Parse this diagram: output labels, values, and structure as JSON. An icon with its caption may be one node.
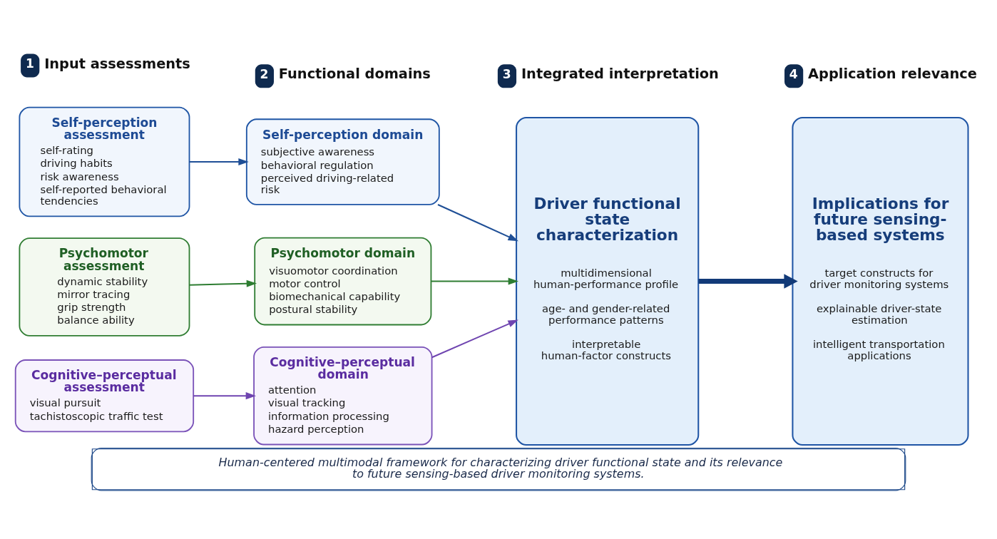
{
  "diagram": {
    "caption": "Human-centered multimodal framework for characterizing driver functional state and its relevance to future sensing-based driver monitoring systems.",
    "nodes": [
      {
        "text": [
          "1"
        ],
        "beside": [
          "Input assessments"
        ]
      },
      {
        "text": [
          "2"
        ],
        "beside": [
          "Functional domains"
        ]
      },
      {
        "text": [
          "3"
        ],
        "beside": [
          "Integrated interpretation"
        ]
      },
      {
        "text": [
          "4"
        ],
        "beside": [
          "Application relevance"
        ]
      },
      {
        "text": [
          "Self-perception assessment",
          "self-rating",
          "driving habits",
          "risk awareness",
          "self-reported behavioral tendencies"
        ]
      },
      {
        "text": [
          "Self-perception domain",
          "subjective awareness",
          "behavioral regulation",
          "perceived driving-related risk"
        ]
      },
      {
        "text": [
          "Psychomotor assessment",
          "dynamic stability",
          "mirror tracing",
          "grip strength",
          "balance ability"
        ]
      },
      {
        "text": [
          "Psychomotor domain",
          "visuomotor coordination",
          "motor control",
          "biomechanical capability",
          "postural stability"
        ]
      },
      {
        "text": [
          "Cognitive–perceptual assessment",
          "visual pursuit",
          "tachistoscopic traffic test"
        ]
      },
      {
        "text": [
          "Cognitive–perceptual domain",
          "attention",
          "visual tracking",
          "information processing",
          "hazard perception"
        ]
      },
      {
        "text": [
          "Driver functional state characterization",
          "multidimensional human-performance profile",
          "age- and gender-related performance patterns",
          "interpretable human-factor constructs"
        ]
      },
      {
        "text": [
          "Implications for future sensing-based systems",
          "target constructs for driver monitoring systems",
          "explainable driver-state estimation",
          "intelligent transportation applications"
        ]
      }
    ],
    "edges": [
      {
        "from": 4,
        "to": 5,
        "arrow": "to",
        "color": "#1f4f96"
      },
      {
        "from": 6,
        "to": 7,
        "arrow": "to",
        "color": "#2e7d32"
      },
      {
        "from": 8,
        "to": 9,
        "arrow": "to",
        "color": "#6f45b0"
      },
      {
        "from": 5,
        "to": 10,
        "arrow": "to",
        "color": "#1f4f96"
      },
      {
        "from": 7,
        "to": 10,
        "arrow": "to",
        "color": "#2e7d32"
      },
      {
        "from": 9,
        "to": 10,
        "arrow": "to",
        "color": "#6f45b0"
      },
      {
        "from": 10,
        "to": 11,
        "arrow": "to",
        "style": "thick",
        "color": "#123a78"
      }
    ]
  }
}
